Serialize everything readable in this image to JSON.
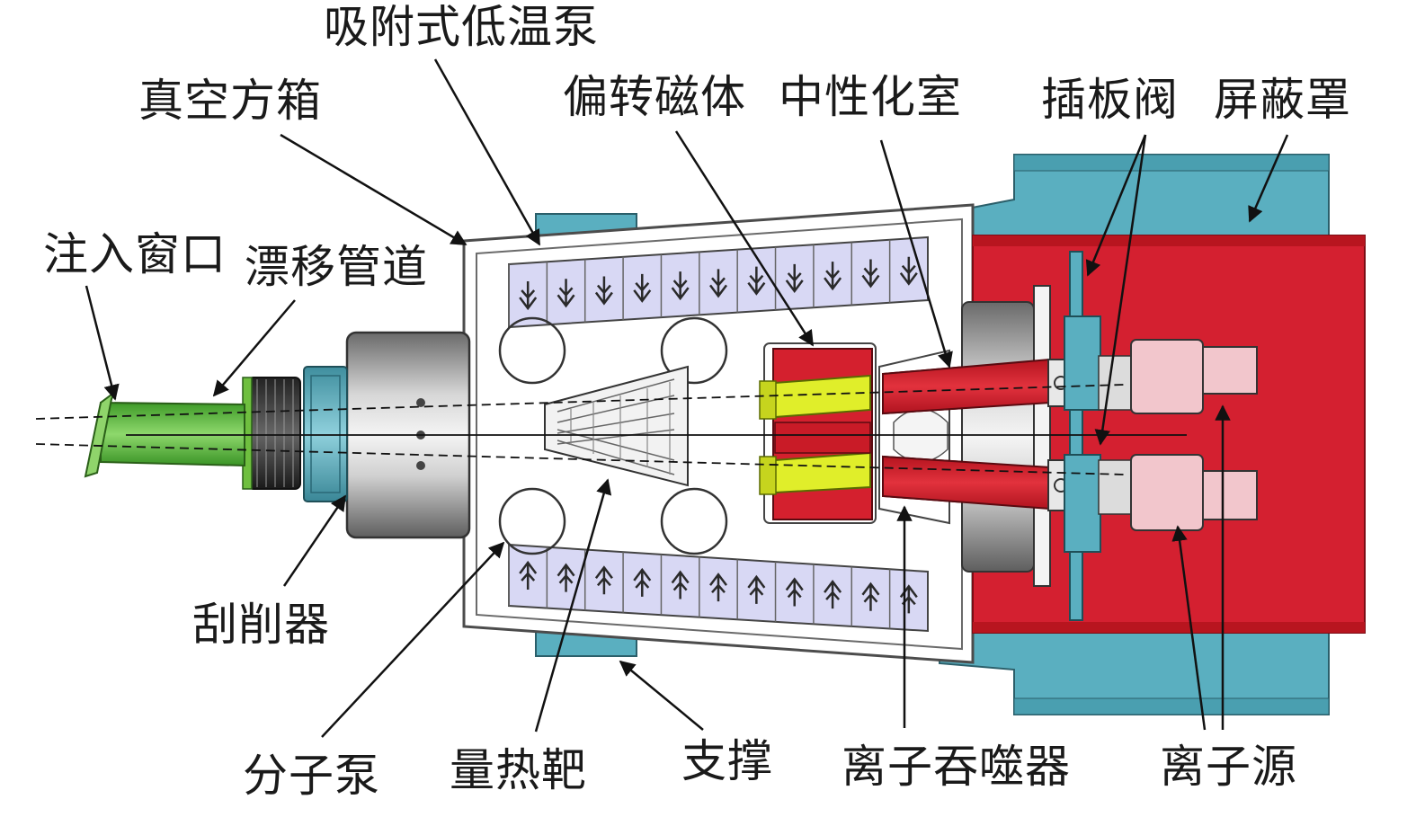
{
  "labels": {
    "cryopump": "吸附式低温泵",
    "vacuum_box": "真空方箱",
    "injection_window": "注入窗口",
    "drift_tube": "漂移管道",
    "bending_magnet": "偏转磁体",
    "neutralizer": "中性化室",
    "gate_valve": "插板阀",
    "shield": "屏蔽罩",
    "scraper": "刮削器",
    "molecular_pump": "分子泵",
    "calorimeter": "量热靶",
    "support": "支撑",
    "ion_dump": "离子吞噬器",
    "ion_source": "离子源"
  },
  "colors": {
    "shield_red": "#d42030",
    "magnet_red": "#d4202e",
    "magnet_yellow": "#e0ee2a",
    "teal": "#5aafc0",
    "drift_green": "#56b838",
    "cryo_lavender": "#d8d8f4",
    "ion_source_pink": "#f2c6cc",
    "box_gray": "#8a8a8a"
  }
}
